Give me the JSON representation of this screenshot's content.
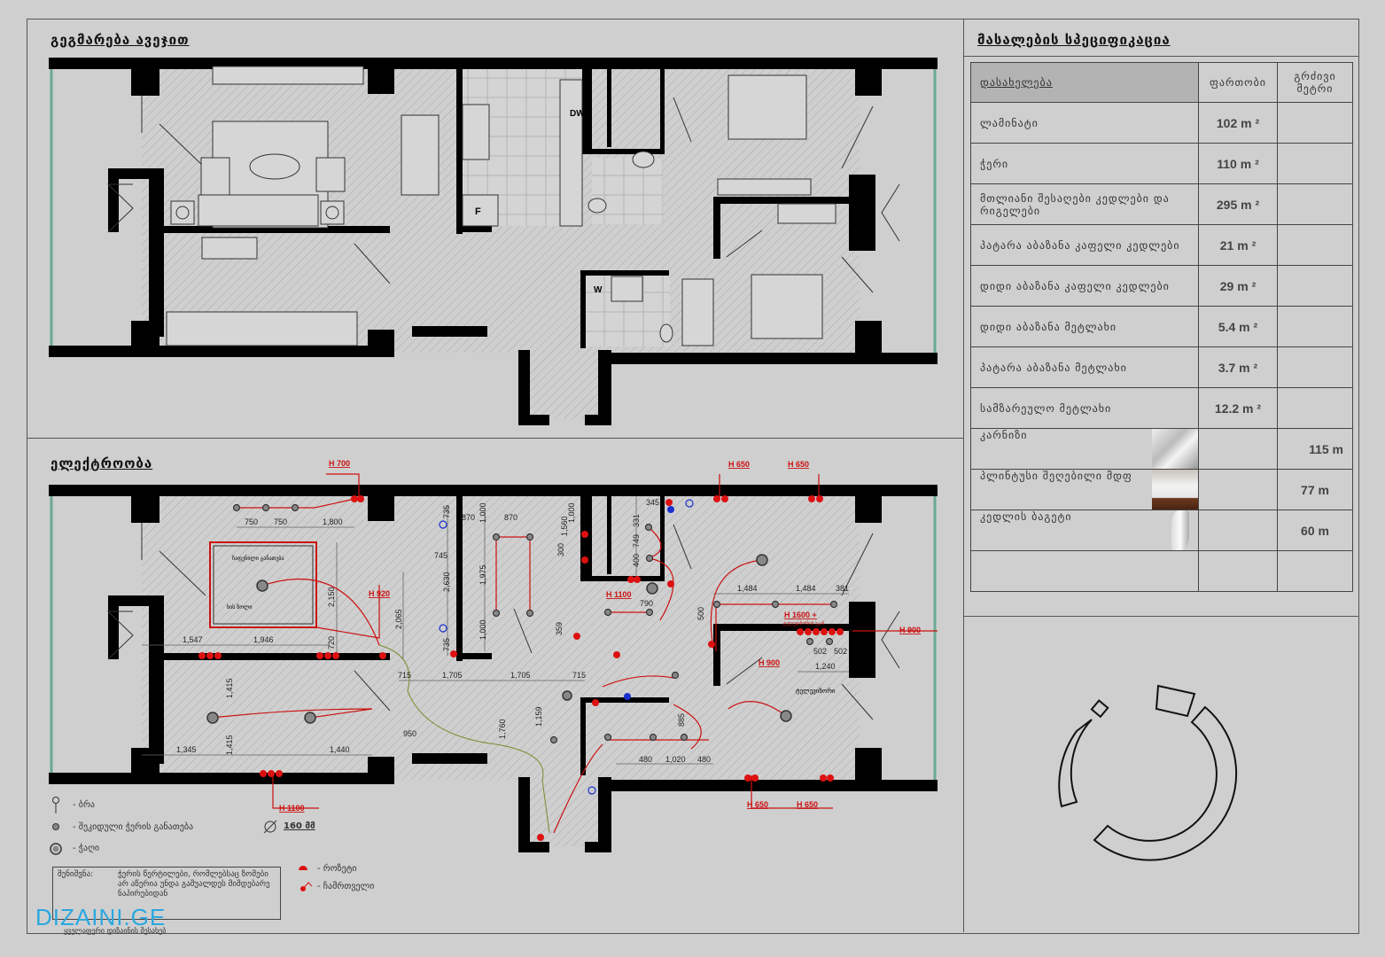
{
  "furniture_plan": {
    "title": "გეგმარება ავეჯით",
    "labels": {
      "dishwasher": "DW",
      "fridge": "F",
      "washer": "W"
    }
  },
  "electric_plan": {
    "title": "ელექტროობა",
    "dims": [
      "750",
      "750",
      "1,800",
      "735",
      "870",
      "870",
      "1,000",
      "1,000",
      "1,560",
      "745",
      "2,630",
      "1,975",
      "300",
      "2,150",
      "2,065",
      "1,000",
      "359",
      "735",
      "1,547",
      "1,946",
      "720",
      "715",
      "1,705",
      "1,705",
      "715",
      "1,415",
      "1,415",
      "1,345",
      "1,440",
      "950",
      "1,760",
      "1,159",
      "345",
      "331",
      "749",
      "400",
      "790",
      "1,484",
      "1,484",
      "381",
      "500",
      "502",
      "502",
      "1,240",
      "885",
      "480",
      "1,020",
      "480"
    ],
    "heights": [
      "H 700",
      "H 650",
      "H 650",
      "H 920",
      "H 1100",
      "H 1600 +",
      "H 900",
      "H 900",
      "H 1100",
      "H 650",
      "H 650"
    ],
    "notes": {
      "ceiling_light": "ჩაფენილი განათება",
      "wood_strip": "ხის ზოლი",
      "tv": "ტელევიზორი",
      "tv_back": "ტელევიზორის უკან"
    }
  },
  "legend": {
    "sconce": "- ბრა",
    "recessed": "- შეკიდული ჭერის განათება",
    "diameter": "160 მმ",
    "chandelier": "- ჭაღი",
    "socket": "- როზეტი",
    "switch": "- ჩამრთველი",
    "note_label": "შენიშვნა:",
    "note_text": "ჭერის წერტილები, რომლებსაც ზომები არ აწერია უნდა გაშუალდეს მიმდებარე ნაპირებიდან"
  },
  "spec": {
    "title": "მასალების სპეციფიკაცია",
    "headers": [
      "დასახელება",
      "ფართობი",
      "გრძივი მეტრი"
    ],
    "rows": [
      {
        "name": "ლამინატი",
        "area": "102 m ²",
        "length": ""
      },
      {
        "name": "ჭერი",
        "area": "110 m ²",
        "length": ""
      },
      {
        "name": "მთლიანი შესაღები კედლები და რიგელები",
        "area": "295 m ²",
        "length": ""
      },
      {
        "name": "პატარა აბაზანა კაფელი კედლები",
        "area": "21 m ²",
        "length": ""
      },
      {
        "name": "დიდი აბაზანა კაფელი კედლები",
        "area": "29 m ²",
        "length": ""
      },
      {
        "name": "დიდი აბაზანა მეტლახი",
        "area": "5.4 m ²",
        "length": ""
      },
      {
        "name": "პატარა აბაზანა მეტლახი",
        "area": "3.7 m ²",
        "length": ""
      },
      {
        "name": "სამზარეულო მეტლახი",
        "area": "12.2 m ²",
        "length": ""
      },
      {
        "name": "კარნიზი",
        "area": "",
        "length": "115 m"
      },
      {
        "name": "პლინტუსი შეღებილი მდფ",
        "area": "",
        "length": "77 m"
      },
      {
        "name": "კედლის ბაგეტი",
        "area": "",
        "length": "60 m"
      }
    ]
  },
  "logo": {
    "brand": "DIZAINI.GE",
    "tagline": "ყველაფერი დიზაინის შესახებ"
  },
  "colors": {
    "wall": "#000000",
    "electric": "#cc1111",
    "switch_blue": "#1a2fd0",
    "window": "#6aa894",
    "background": "#cfcfcf"
  }
}
